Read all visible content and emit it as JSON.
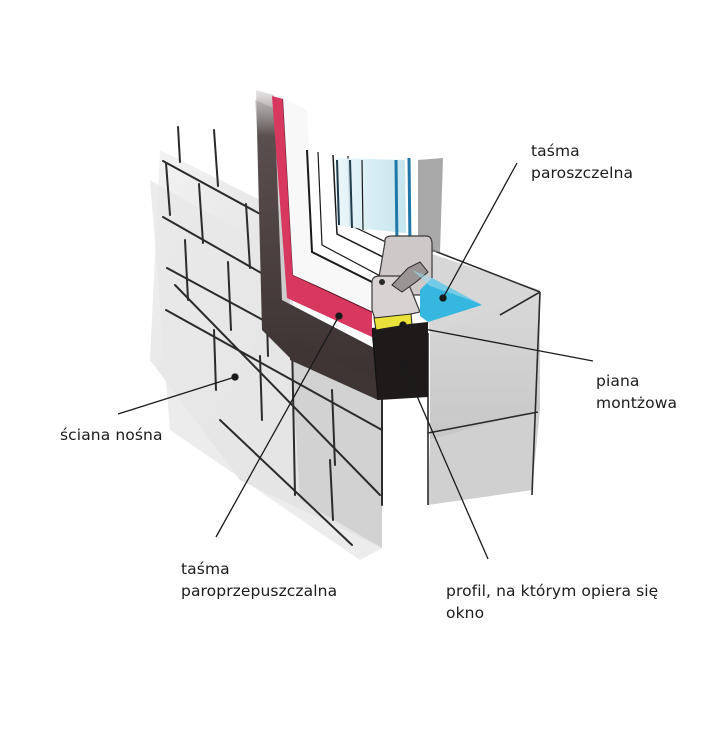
{
  "diagram": {
    "subject": "Window installation detail in a load-bearing wall",
    "colors": {
      "background": "#ffffff",
      "wall_block": "#e4e4e4",
      "wall_lines": "#2b2b2b",
      "vapor_permeable_tape": "#d8375f",
      "vapor_barrier_tape": "#35b7e0",
      "mounting_foam": "#e8e23a",
      "support_profile": "#1e1a1a",
      "reveal_dark": "#4a3f3f",
      "window_frame": "#cfc8c8",
      "glass": "#cde9f0",
      "glazing_bead_blue": "#1f78a8",
      "label_text": "#1b1b1b"
    },
    "labels": {
      "vapor_barrier_tape": {
        "line1": "taśma",
        "line2": "paroszczelna"
      },
      "mounting_foam": {
        "line1": "piana",
        "line2": "montżowa"
      },
      "load_bearing_wall": {
        "line1": "ściana nośna"
      },
      "vapor_permeable_tape": {
        "line1": "taśma",
        "line2": "paroprzepuszczalna"
      },
      "support_profile": {
        "line1": "profil, na którym opiera się",
        "line2": "okno"
      }
    }
  }
}
